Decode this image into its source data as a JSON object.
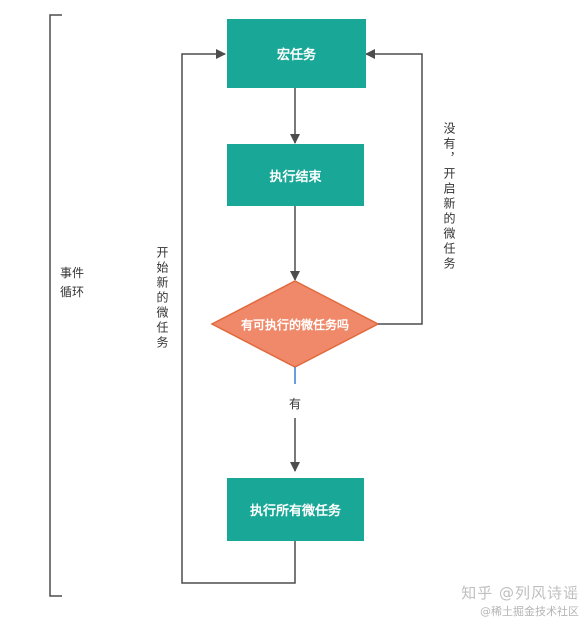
{
  "nodes": {
    "macro_task": "宏任务",
    "execution_end": "执行结束",
    "decision": "有可执行的微任务吗",
    "execute_micro": "执行所有微任务"
  },
  "labels": {
    "event_loop_line1": "事件",
    "event_loop_line2": "循环",
    "start_new_micro": "开始新的微任务",
    "no_start_new_micro": "没有，开启新的微任务",
    "yes": "有"
  },
  "watermark": {
    "line1": "知乎 @列风诗谣",
    "line2": "@稀土掘金技术社区"
  },
  "colors": {
    "node_fill": "#19a797",
    "decision_fill": "#f0896a",
    "decision_stroke": "#e06a3e",
    "connector": "#4d4d4d",
    "bracket": "#4d4d4d",
    "blue_tick": "#3a7bd5"
  }
}
